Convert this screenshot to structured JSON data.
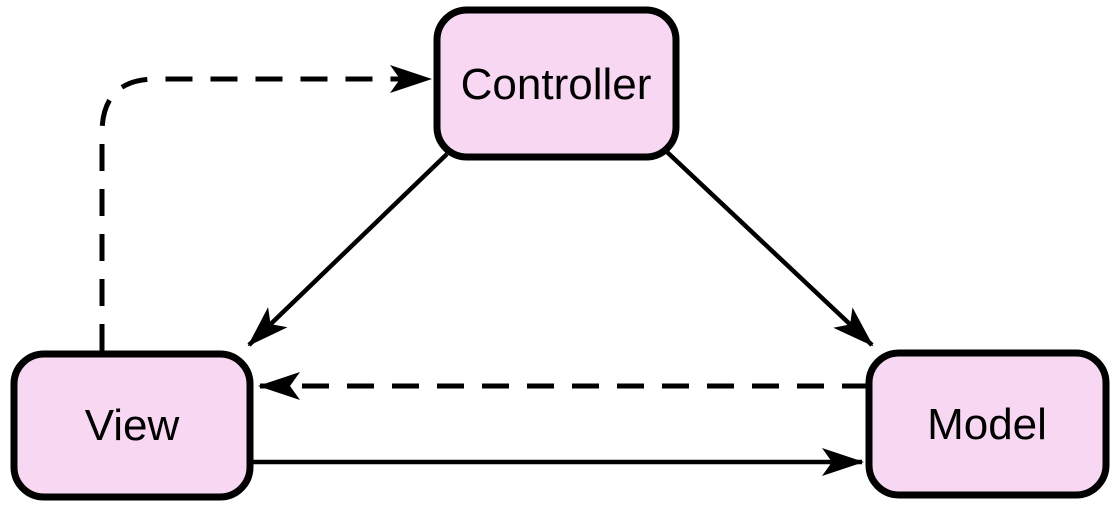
{
  "diagram": {
    "type": "mvc-pattern-diagram",
    "colors": {
      "background": "#ffffff",
      "node_fill": "#f8d7f2",
      "node_border": "#000000",
      "edge": "#000000",
      "text": "#000000"
    },
    "nodes": [
      {
        "id": "controller",
        "label": "Controller"
      },
      {
        "id": "view",
        "label": "View"
      },
      {
        "id": "model",
        "label": "Model"
      }
    ],
    "edges": [
      {
        "from": "view",
        "to": "controller",
        "style": "dashed",
        "shape": "curved-up-left"
      },
      {
        "from": "controller",
        "to": "view",
        "style": "solid",
        "shape": "diagonal"
      },
      {
        "from": "controller",
        "to": "model",
        "style": "solid",
        "shape": "diagonal"
      },
      {
        "from": "model",
        "to": "view",
        "style": "dashed",
        "shape": "horizontal"
      },
      {
        "from": "view",
        "to": "model",
        "style": "solid",
        "shape": "horizontal"
      }
    ]
  }
}
